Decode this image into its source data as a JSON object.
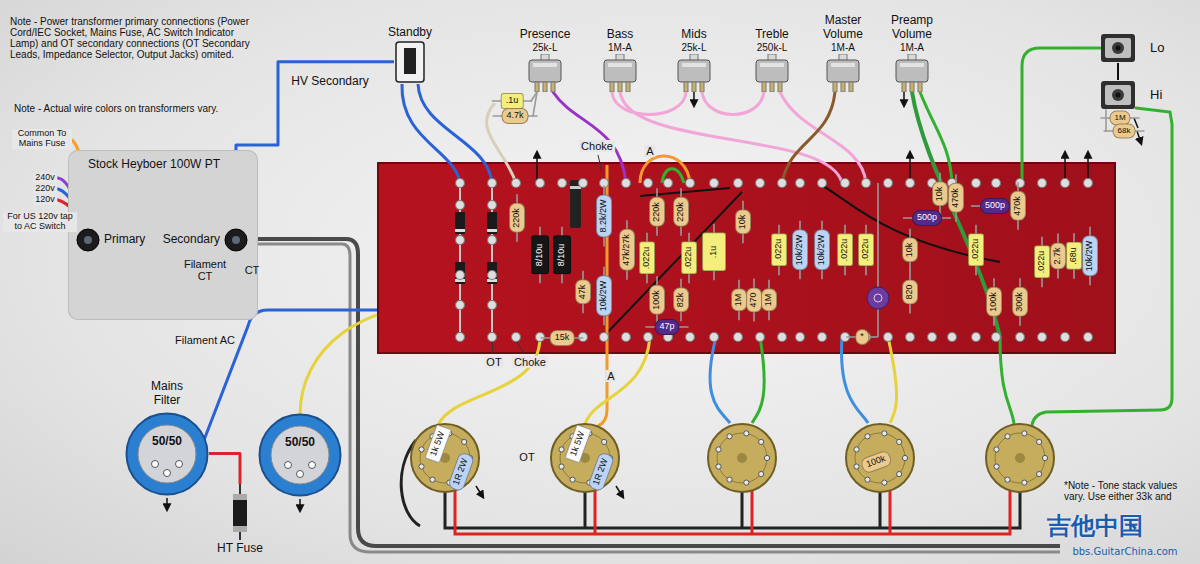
{
  "diagram": {
    "nodes": [
      {
        "text": [
          "Stock Heyboer 100W PT"
        ]
      },
      {
        "text": [
          "Primary"
        ],
        "in": 0
      },
      {
        "text": [
          "Secondary"
        ],
        "in": 0
      },
      {
        "text": [
          "Standby"
        ]
      },
      {
        "text": [
          "Presence",
          "25k-L"
        ]
      },
      {
        "text": [
          "Bass",
          "1M-A"
        ]
      },
      {
        "text": [
          "Mids",
          "25k-L"
        ]
      },
      {
        "text": [
          "Treble",
          "250k-L"
        ]
      },
      {
        "text": [
          "Master Volume",
          "1M-A"
        ]
      },
      {
        "text": [
          "Preamp Volume",
          "1M-A"
        ]
      },
      {
        "text": [
          "Lo"
        ]
      },
      {
        "text": [
          "Hi"
        ]
      },
      {
        "text": [
          "Mains Filter",
          "50/50"
        ]
      },
      {
        "text": [
          "50/50"
        ]
      },
      {
        "text": [
          "HT Fuse"
        ]
      }
    ],
    "edges": [
      {
        "from": 2,
        "to": 3,
        "label": "HV Secondary",
        "arrow": "none"
      },
      {
        "from": 12,
        "to": 14,
        "arrow": "none"
      },
      {
        "from": 10,
        "to": 11,
        "arrow": "none"
      }
    ],
    "labels": [
      "Note - Power transformer primary connections (Power Cord/IEC Socket, Mains Fuse, AC Switch Indicator Lamp) and OT secondary connections (OT Secondary Leads, Impedance Selector, Output Jacks) omited.",
      "Note - Actual wire colors on transformers vary.",
      "Common To Mains Fuse",
      "240v",
      "220v",
      "120v",
      "For US 120v tap to AC Switch",
      "Filament CT",
      "CT",
      "Filament AC",
      "Choke",
      "A",
      "OT",
      "Choke",
      "A",
      "OT",
      ".1u",
      "4.7k",
      "220k",
      "8/10u",
      "8/10u",
      "47k",
      "15k",
      "8.2k/2W",
      "47k/27k",
      "10k/2W",
      "220k",
      "220k",
      ".022u",
      ".022u",
      "100k",
      "82k",
      "47p",
      ".1u",
      "10k",
      "1M",
      "470",
      "1M",
      ".022u",
      "10k/2W",
      "10k/2W",
      ".022u",
      ".022u",
      "*",
      "10k",
      "820",
      "500p",
      "10k",
      "470k",
      "500p",
      "470k",
      ".022u",
      "100k",
      "300k",
      ".022u",
      "2.7k",
      ".68u",
      "10k/2W",
      "1M",
      "68k",
      "1k 5W",
      "1R 2W",
      "1k 5W",
      "1R 2W",
      "100k",
      "*Note - Tone stack values vary. Use either 33k and",
      "吉他中国",
      "bbs.GuitarChina.com"
    ]
  }
}
